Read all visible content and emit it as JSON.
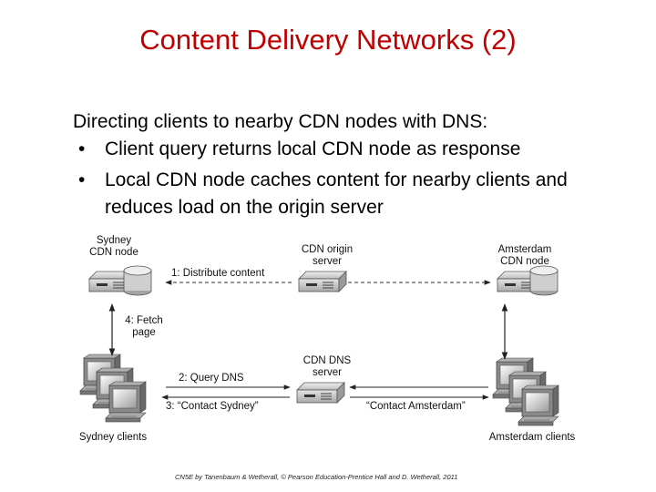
{
  "slide": {
    "title": "Content Delivery Networks (2)",
    "intro": "Directing clients to nearby CDN nodes with DNS:",
    "bullets": [
      "Client query returns local CDN node as response",
      "Local CDN node caches content for nearby clients and reduces load on the origin server"
    ],
    "footer": "CN5E by Tanenbaum & Wetherall, © Pearson Education-Prentice Hall and D. Wetherall, 2011"
  },
  "diagram": {
    "nodes": {
      "sydney_cdn": "Sydney\nCDN node",
      "cdn_origin": "CDN origin\nserver",
      "amsterdam_cdn": "Amsterdam\nCDN node",
      "cdn_dns": "CDN DNS\nserver",
      "sydney_clients": "Sydney clients",
      "amsterdam_clients": "Amsterdam clients"
    },
    "arrows": {
      "distribute": "1: Distribute content",
      "fetch": "4: Fetch\npage",
      "query": "2: Query DNS",
      "contact_sydney": "3: “Contact Sydney”",
      "contact_amsterdam": "“Contact Amsterdam”"
    }
  }
}
